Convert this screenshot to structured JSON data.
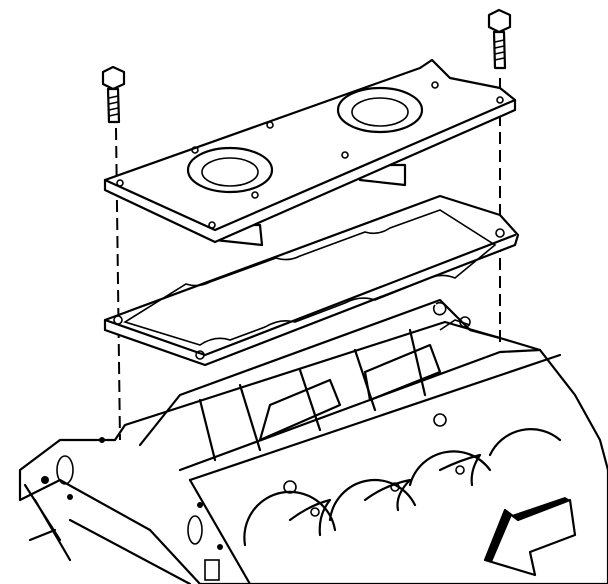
{
  "figure": {
    "parts": [
      "bolt",
      "bolt",
      "valley-cover",
      "valley-cover-gasket",
      "engine-block",
      "direction-arrow"
    ],
    "colors": {
      "line": "#000000",
      "background": "#ffffff"
    }
  }
}
